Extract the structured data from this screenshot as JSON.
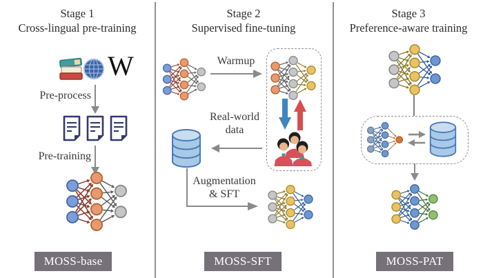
{
  "stages": [
    {
      "title_line1": "Stage 1",
      "title_line2": "Cross-lingual pre-training",
      "labels": {
        "preprocess": "Pre-process",
        "pretraining": "Pre-training"
      },
      "result_label": "MOSS-base",
      "icon_names": [
        "books-icon",
        "globe-icon",
        "wikipedia-w-icon",
        "document-icon",
        "neural-network-icon"
      ]
    },
    {
      "title_line1": "Stage 2",
      "title_line2": "Supervised fine-tuning",
      "labels": {
        "warmup": "Warmup",
        "realworld_line1": "Real-world",
        "realworld_line2": "data",
        "augmentation_line1": "Augmentation",
        "augmentation_line2": "& SFT"
      },
      "result_label": "MOSS-SFT",
      "icon_names": [
        "neural-network-icon",
        "database-icon",
        "people-icon",
        "feedback-arrows-icon"
      ]
    },
    {
      "title_line1": "Stage 3",
      "title_line2": "Preference-aware training",
      "labels": {},
      "result_label": "MOSS-PAT",
      "icon_names": [
        "neural-network-icon",
        "database-icon",
        "exchange-arrows-icon"
      ]
    }
  ],
  "icons": {
    "wikipedia_w": "W"
  },
  "colors": {
    "background": "#ffffff",
    "divider": "#8f8f8f",
    "flow_arrow": "#8a8a8a",
    "dashed_border": "#8f8f8f",
    "result_box_bg": "#767179",
    "result_box_text": "#ffffff",
    "feedback_down_arrow": "#3e86c0",
    "feedback_up_arrow": "#d4504f",
    "database_fill": "#a9c9e8",
    "database_stroke": "#4a7ab5",
    "document_stroke": "#34386e"
  },
  "networks": {
    "pretrained": {
      "layers": [
        3,
        4,
        2
      ],
      "fills": [
        "#7b9ed9",
        "#e89a6e",
        "#c6c6c6"
      ],
      "strokes": [
        "#46649e",
        "#b0602f",
        "#878787"
      ],
      "edges": [
        "#8a3a2a",
        "#5f5f5f"
      ]
    },
    "warmed": {
      "layers": [
        3,
        4,
        2
      ],
      "fills": [
        "#e89a6e",
        "#c6c6c6",
        "#e9c264"
      ],
      "strokes": [
        "#b0602f",
        "#878787",
        "#ab8a2a"
      ],
      "edges": [
        "#5f5f5f",
        "#8a7a2a"
      ]
    },
    "sft": {
      "layers": [
        3,
        4,
        2
      ],
      "fills": [
        "#c6c6c6",
        "#e9c264",
        "#6f97cf"
      ],
      "strokes": [
        "#878787",
        "#ab8a2a",
        "#3c64a0"
      ],
      "edges": [
        "#8a7a2a",
        "#2f5a96"
      ]
    },
    "policy": {
      "layers": [
        3,
        4,
        1
      ],
      "fills": [
        "#8aa3c0",
        "#6f97cf",
        "#d4763a"
      ],
      "strokes": [
        "#5a7396",
        "#3c64a0",
        "#a55a20"
      ],
      "edges": [
        "#2f5590",
        "#b06030"
      ]
    },
    "pat": {
      "layers": [
        3,
        4,
        2
      ],
      "fills": [
        "#e9c264",
        "#6f97cf",
        "#8fbf72"
      ],
      "strokes": [
        "#ab8a2a",
        "#3c64a0",
        "#55883d"
      ],
      "edges": [
        "#2f5a96",
        "#3f6e33"
      ]
    }
  }
}
